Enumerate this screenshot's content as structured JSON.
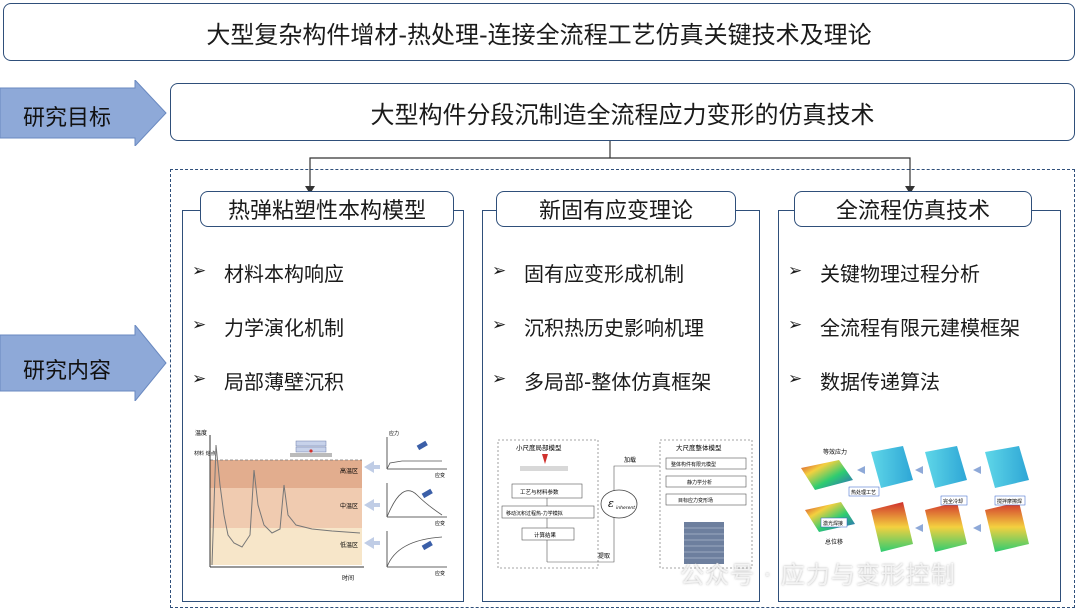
{
  "title": "大型复杂构件增材-热处理-连接全流程工艺仿真关键技术及理论",
  "goal": {
    "label": "研究目标",
    "text": "大型构件分段沉制造全流程应力变形的仿真技术"
  },
  "content": {
    "label": "研究内容"
  },
  "columns": [
    {
      "heading": "热弹粘塑性本构模型",
      "bullets": [
        "材料本构响应",
        "力学演化机制",
        "局部薄壁沉积"
      ]
    },
    {
      "heading": "新固有应变理论",
      "bullets": [
        "固有应变形成机制",
        "沉积热历史影响机理",
        "多局部-整体仿真框架"
      ]
    },
    {
      "heading": "全流程仿真技术",
      "bullets": [
        "关键物理过程分析",
        "全流程有限元建模框架",
        "数据传递算法"
      ]
    }
  ],
  "bullet_marker": "➢",
  "fig1": {
    "y_label": "温度",
    "x_label": "时间",
    "material_point": "材料\n熔点",
    "zones": [
      "高温区",
      "中温区",
      "低温区"
    ],
    "stress_label": "应力",
    "strain_label": "应变"
  },
  "fig2": {
    "local_title": "小尺度局部模型",
    "local_steps": [
      "工艺与材料参数",
      "移动沉积过程热-力学模拟",
      "计算结果"
    ],
    "global_title": "大尺度整体模型",
    "global_steps": [
      "整体构件有限元模型",
      "静力学分析",
      "目标应力变形场"
    ],
    "load_label": "加载",
    "extract_label": "提取",
    "epsilon_symbol": "ε",
    "epsilon_sub": "inherent"
  },
  "fig3": {
    "top_label": "等效应力",
    "bottom_label": "总位移",
    "stage_labels": [
      "热处理工艺",
      "激光焊接",
      "完全冷却",
      "搅拌摩擦焊"
    ]
  },
  "watermark": "公众号 · 应力与变形控制",
  "colors": {
    "border": "#2f4f7a",
    "arrow": "#8ea9d8",
    "arrow_edge": "#6a89c0",
    "hot": "#e2ad8e",
    "mid": "#f0cbb0",
    "low": "#f7e6c9"
  }
}
